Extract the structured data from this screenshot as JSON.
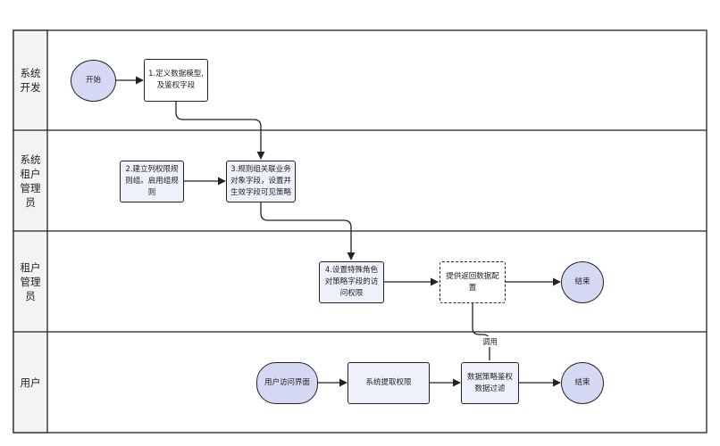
{
  "lanes": [
    {
      "label": "系统\n开发"
    },
    {
      "label": "系统\n租户\n管理\n员"
    },
    {
      "label": "租户\n管理\n员"
    },
    {
      "label": "用户"
    }
  ],
  "nodes": {
    "start": "开始",
    "step1": "1.定义数据模型,\n及鉴权字段",
    "step2": "2.建立列权限规\n则组。启用组规\n则",
    "step3": "3.规则组关联业务\n对象字段，设置并\n生效字段可见策略",
    "step4": "4.设置特殊角色\n对策略字段的访\n问权限",
    "provide": "提供返回数据配\n置",
    "end_tenant": "结束",
    "user_access": "用户访问界面",
    "system_extract": "系统提取权限",
    "data_filter": "数据策略鉴权\n数据过滤",
    "end_user": "结束"
  },
  "edges": {
    "call_label": "调用"
  }
}
